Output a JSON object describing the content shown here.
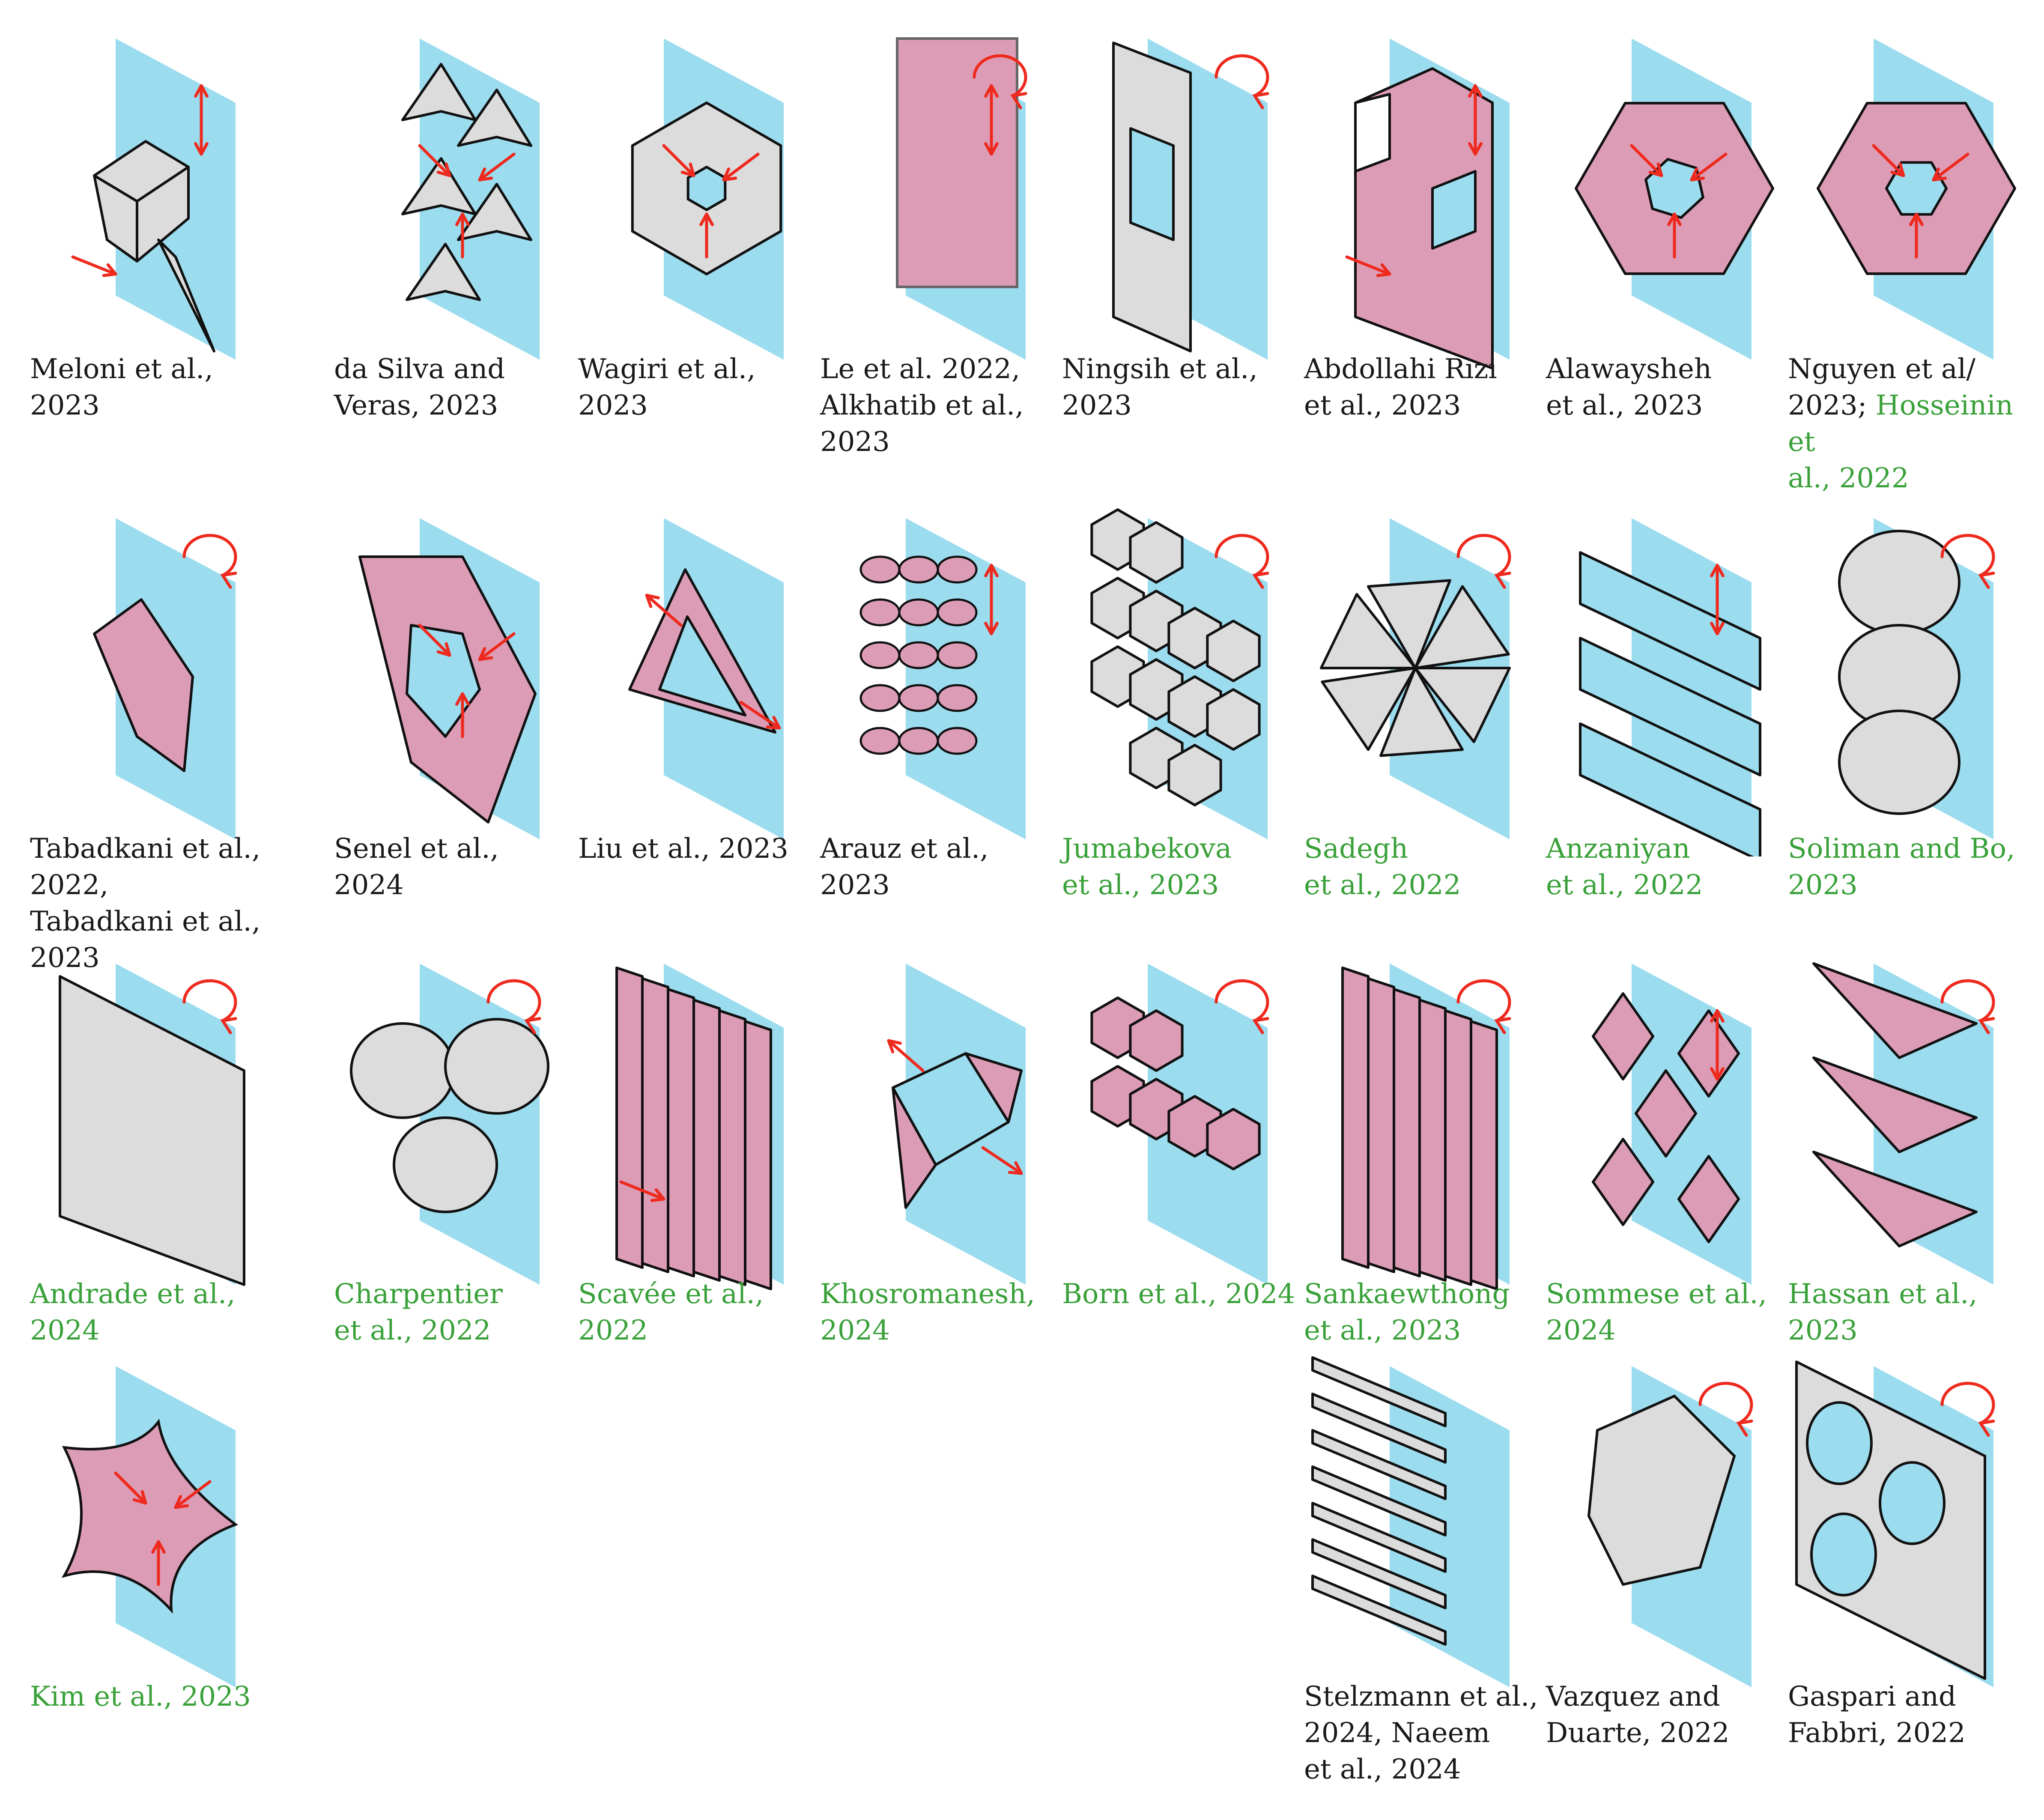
{
  "palette": {
    "blue": "#9cdcef",
    "pink": "#dd9cb6",
    "gray": "#dcdcdc",
    "arrow": "#ee2a1e",
    "black_text": "#1a1a1a",
    "green_text": "#3aa13a"
  },
  "panels": [
    {
      "id": "meloni",
      "motif": "prism-shard",
      "arrows": [
        "updown",
        "diag"
      ],
      "caption": [
        {
          "t": "Meloni et al., 2023",
          "c": "black"
        }
      ]
    },
    {
      "id": "dasilva",
      "motif": "star-cluster",
      "arrows": [
        "inward"
      ],
      "caption": [
        {
          "t": "da Silva and\nVeras, 2023",
          "c": "black"
        }
      ]
    },
    {
      "id": "wagiri",
      "motif": "gray-hex-iris",
      "arrows": [
        "inward"
      ],
      "caption": [
        {
          "t": "Wagiri et al., 2023",
          "c": "black"
        }
      ]
    },
    {
      "id": "le",
      "motif": "pink-sheet-roll",
      "arrows": [
        "updown",
        "rotate"
      ],
      "caption": [
        {
          "t": "Le et al. 2022,\nAlkhatib et al.,\n2023",
          "c": "black"
        }
      ]
    },
    {
      "id": "ningsih",
      "motif": "gray-frame",
      "arrows": [
        "rotate"
      ],
      "caption": [
        {
          "t": "Ningsih et al., 2023",
          "c": "black"
        }
      ]
    },
    {
      "id": "abdollahi",
      "motif": "pink-boxes",
      "arrows": [
        "updown",
        "diag"
      ],
      "caption": [
        {
          "t": "Abdollahi Rizi\net al., 2023",
          "c": "black"
        }
      ]
    },
    {
      "id": "alawaysheh",
      "motif": "pink-star-iris",
      "arrows": [
        "inward"
      ],
      "caption": [
        {
          "t": "Alawaysheh\net al., 2023",
          "c": "black"
        }
      ]
    },
    {
      "id": "nguyen",
      "motif": "pink-hex-iris",
      "arrows": [
        "inward"
      ],
      "caption": [
        {
          "t": "Nguyen et al/\n2023; ",
          "c": "black"
        },
        {
          "t": "Hosseinin et\nal., 2022",
          "c": "green"
        }
      ]
    },
    {
      "id": "tabadkani",
      "motif": "pink-twist",
      "arrows": [
        "rotate"
      ],
      "caption": [
        {
          "t": "Tabadkani et al., 2022,\nTabadkani et al., 2023",
          "c": "black"
        }
      ]
    },
    {
      "id": "senel",
      "motif": "pink-hex-frame",
      "arrows": [
        "inward"
      ],
      "caption": [
        {
          "t": "Senel et al., 2024",
          "c": "black"
        }
      ]
    },
    {
      "id": "liu",
      "motif": "pink-triangle",
      "arrows": [
        "outward"
      ],
      "caption": [
        {
          "t": "Liu et al., 2023",
          "c": "black"
        }
      ]
    },
    {
      "id": "arauz",
      "motif": "pink-lattice",
      "arrows": [
        "updown"
      ],
      "caption": [
        {
          "t": "Arauz et al., 2023",
          "c": "black"
        }
      ]
    },
    {
      "id": "jumabekova",
      "motif": "gray-hex-grid",
      "arrows": [
        "rotate"
      ],
      "caption": [
        {
          "t": "Jumabekova\net al., 2023",
          "c": "green"
        }
      ]
    },
    {
      "id": "sadegh",
      "motif": "gray-pinwheel",
      "arrows": [
        "rotate"
      ],
      "caption": [
        {
          "t": "Sadegh\net al., 2022",
          "c": "green"
        }
      ]
    },
    {
      "id": "anzaniyan",
      "motif": "blue-fold",
      "arrows": [
        "updown"
      ],
      "caption": [
        {
          "t": "Anzaniyan\net al., 2022",
          "c": "green"
        }
      ]
    },
    {
      "id": "soliman",
      "motif": "gray-fan-stack",
      "arrows": [
        "rotate"
      ],
      "caption": [
        {
          "t": "Soliman and Bo,\n2023",
          "c": "green"
        }
      ]
    },
    {
      "id": "andrade",
      "motif": "gray-curved-x",
      "arrows": [
        "rotate"
      ],
      "caption": [
        {
          "t": "Andrade et al., 2024",
          "c": "green"
        }
      ]
    },
    {
      "id": "charpentier",
      "motif": "gray-lobes",
      "arrows": [
        "rotate"
      ],
      "caption": [
        {
          "t": "Charpentier\net al., 2022",
          "c": "green"
        }
      ]
    },
    {
      "id": "scavee",
      "motif": "pink-curtain",
      "arrows": [
        "diag"
      ],
      "caption": [
        {
          "t": "Scavée et al., 2022",
          "c": "green"
        }
      ]
    },
    {
      "id": "khosromanesh",
      "motif": "pink-twist-cube",
      "arrows": [
        "outward"
      ],
      "caption": [
        {
          "t": "Khosromanesh,\n2024",
          "c": "green"
        }
      ]
    },
    {
      "id": "born",
      "motif": "pink-hex-pair",
      "arrows": [
        "rotate"
      ],
      "caption": [
        {
          "t": "Born et al., 2024",
          "c": "green"
        }
      ]
    },
    {
      "id": "sankaewthong",
      "motif": "pink-louvre",
      "arrows": [
        "rotate"
      ],
      "caption": [
        {
          "t": "Sankaewthong\net al., 2023",
          "c": "green"
        }
      ]
    },
    {
      "id": "sommese",
      "motif": "pink-rhombs",
      "arrows": [
        "updown"
      ],
      "caption": [
        {
          "t": "Sommese et al.,\n2024",
          "c": "green"
        }
      ]
    },
    {
      "id": "hassan",
      "motif": "pink-zigzag",
      "arrows": [
        "rotate"
      ],
      "caption": [
        {
          "t": "Hassan et al., 2023",
          "c": "green"
        }
      ]
    },
    {
      "id": "kim",
      "motif": "pink-concave",
      "arrows": [
        "inward"
      ],
      "caption": [
        {
          "t": "Kim et al., 2023",
          "c": "green"
        }
      ]
    },
    {
      "id": "stelzmann",
      "motif": "gray-slats",
      "arrows": [],
      "caption": [
        {
          "t": "Stelzmann et al.,\n2024, Naeem\net al., 2024",
          "c": "black"
        }
      ]
    },
    {
      "id": "vazquez",
      "motif": "gray-shell",
      "arrows": [
        "rotate"
      ],
      "caption": [
        {
          "t": "Vazquez and\nDuarte, 2022",
          "c": "black"
        }
      ]
    },
    {
      "id": "gaspari",
      "motif": "gray-sheet-circles",
      "arrows": [
        "rotate"
      ],
      "caption": [
        {
          "t": "Gaspari and\nFabbri, 2022",
          "c": "black"
        }
      ]
    }
  ]
}
